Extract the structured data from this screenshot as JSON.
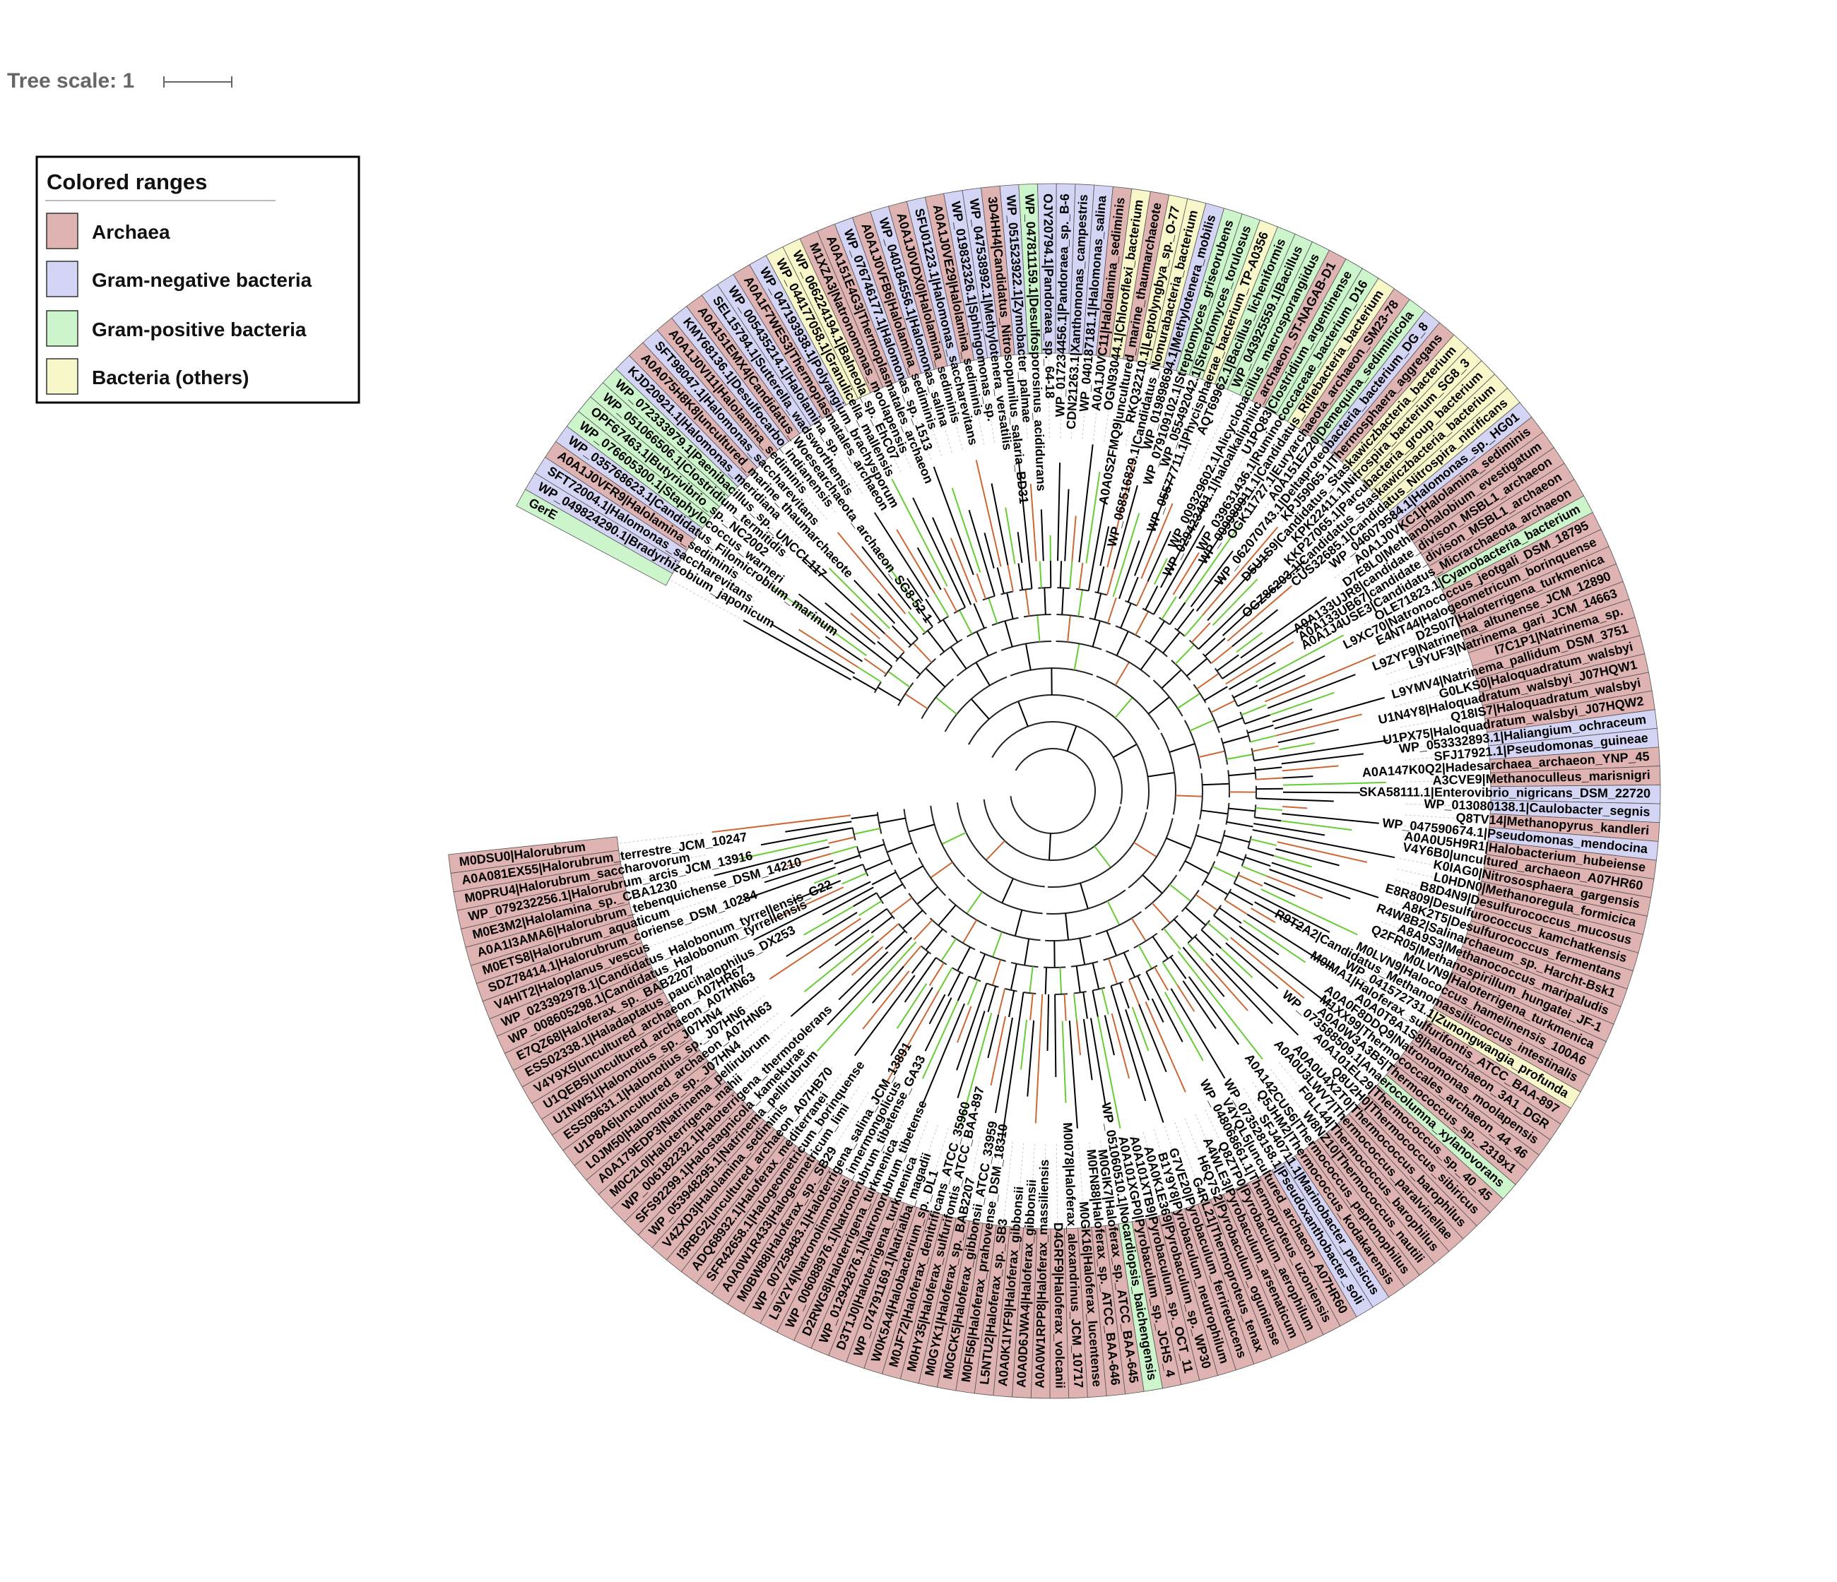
{
  "scale": {
    "label": "Tree scale: 1"
  },
  "legend": {
    "title": "Colored ranges",
    "items": [
      {
        "key": "A",
        "label": "Archaea",
        "color": "#e0b3b3"
      },
      {
        "key": "N",
        "label": "Gram-negative bacteria",
        "color": "#d4d4f5"
      },
      {
        "key": "P",
        "label": "Gram-positive bacteria",
        "color": "#ccf5cc"
      },
      {
        "key": "O",
        "label": "Bacteria (others)",
        "color": "#f7f7c9"
      }
    ]
  },
  "colors": {
    "Archaea": "#e0b3b3",
    "Gram-negative bacteria": "#d4d4f5",
    "Gram-positive bacteria": "#ccf5cc",
    "Bacteria (others)": "#f7f7c9"
  },
  "leaves": [
    [
      "GerE",
      "P"
    ],
    [
      "WP_049824290.1|Bradyrhizobium_japonicum",
      "N"
    ],
    [
      "SFT72004.1|Halomonas_saccharevitans",
      "N"
    ],
    [
      "A0A1J0VFR9|Halolamina_sediminis",
      "A"
    ],
    [
      "WP_035768623.1|Candidatus_Filomicrobium_marinum",
      "N"
    ],
    [
      "WP_076605300.1|Staphylococcus_warneri",
      "P"
    ],
    [
      "OPF67463.1|Butyrivibrio_sp._NC2002",
      "P"
    ],
    [
      "WP_051066506.1|Clostridium_termitidis",
      "P"
    ],
    [
      "WP_072333979.1|Paenibacillus_sp._UNCCL117",
      "P"
    ],
    [
      "KJD20921.1|Halomonas_meridiana",
      "N"
    ],
    [
      "A0A075H8K8|uncultured_marine_thaumarchaeote",
      "A"
    ],
    [
      "SFT98047.1|Halomonas_saccharevitans",
      "N"
    ],
    [
      "A0A1J0VI11|Halolamina_sediminis",
      "A"
    ],
    [
      "KMY68136.1|Desulfocarbo_indianensis",
      "N"
    ],
    [
      "A0A151EMX4|Candidatus_Woesearchaeota_archaeon_SG8-52-1",
      "A"
    ],
    [
      "SEL15794.1|Sutterella_wadsworthensis",
      "N"
    ],
    [
      "WP_005435214.1|Halolamina_sp.",
      "N"
    ],
    [
      "A0A1F7WES3|Thermoplasmatales_archaeon",
      "A"
    ],
    [
      "WP_047193938.1|Polyangium_brachysporum",
      "N"
    ],
    [
      "WP_044177058.1|Granulicella_mallensis",
      "O"
    ],
    [
      "WP_066224194.1|Balneola_sp._EhC07",
      "O"
    ],
    [
      "M1XZA3|Natronomonas_moolapensis",
      "A"
    ],
    [
      "A0A151E4G3|Thermoplasmatales_archaeon",
      "A"
    ],
    [
      "WP_076746177.1|Halomonas_sp._1513",
      "N"
    ],
    [
      "A0A1J0VFB6|Halolamina_sediminis",
      "A"
    ],
    [
      "WP_040184556.1|Halomonas_salina",
      "N"
    ],
    [
      "A0A1J0VDX0|Halolamina_sediminis",
      "A"
    ],
    [
      "SFU01223.1|Halomonas_saccharevitans",
      "N"
    ],
    [
      "A0A1J0VE29|Halolamina_sediminis",
      "A"
    ],
    [
      "WP_019832326.1|Sphingomonas_sp.",
      "N"
    ],
    [
      "WP_047538992.1|Methylotenera_versatilis",
      "N"
    ],
    [
      "3D4HH4|Candidatus_Nitrosopumilus_salaria_BD31",
      "A"
    ],
    [
      "WP_051523922.1|Zymobacter_palmae",
      "N"
    ],
    [
      "WP_047811159.1|Desulfosporosinus_acididurans",
      "P"
    ],
    [
      "OJY20794.1|Pandoraea_sp._64-18",
      "N"
    ],
    [
      "WP_017234456.1|Pandoraea_sp._B-6",
      "N"
    ],
    [
      "CDN21263.1|Xanthomonas_campestris",
      "N"
    ],
    [
      "WP_040187181.1|Halomonas_salina",
      "N"
    ],
    [
      "A0A1J0VC11|Halolamina_sediminis",
      "A"
    ],
    [
      "OGN93044.1|Chloroflexi_bacterium",
      "O"
    ],
    [
      "A0A0S2FMQ9|uncultured_marine_thaumarchaeote",
      "A"
    ],
    [
      "RKQ32210.1|Leptolyngbya_sp._O-77",
      "O"
    ],
    [
      "WP_068516829.1|Candidatus_Nomurabacteria_bacterium",
      "O"
    ],
    [
      "WP_019898694.1|Methylotenera_mobilis",
      "N"
    ],
    [
      "WP_079109102.1|Streptomyces_griseorubens",
      "P"
    ],
    [
      "WP_055492042.1|Streptomyces_torulosus",
      "P"
    ],
    [
      "WP_05577711.1|Phycisphaerae_bacterium_TP-A0356",
      "O"
    ],
    [
      "AQT69962.1|Bacillus_licheniformis",
      "P"
    ],
    [
      "WP_043925559.1|Bacillus",
      "P"
    ],
    [
      "WP_009329602.1|Alicyclobacillus_macrosporangiidus",
      "P"
    ],
    [
      "WP_029423401.1|haloalkaliphilic_archaeon_ST-NAGAB-D1",
      "A"
    ],
    [
      "U1PQ83|Clostridium_argentinense",
      "P"
    ],
    [
      "WP_039631436.1|Ruminococcaceae_bacterium_D16",
      "P"
    ],
    [
      "WP_009980911.1|Candidatus_Riflebacteria_bacterium",
      "O"
    ],
    [
      "OGK11727.1|Euryarchaeota_archaeon_SM23-78",
      "A"
    ],
    [
      "A0A151EZ20|Demequina_sediminicola",
      "P"
    ],
    [
      "WP_062070743.1|Deltaproteobacteria_bacterium_DG_8",
      "N"
    ],
    [
      "KPJ59065.1|Thermosphaera_aggregans",
      "A"
    ],
    [
      "D5U1S9|Candidatus_Staskawiczbacteria_bacterium",
      "O"
    ],
    [
      "KPK22411.1|Nitrospira_bacterium_SG8_3",
      "O"
    ],
    [
      "KKP27065.1|Parcubacteria_group_bacterium",
      "O"
    ],
    [
      "OGZ86203.1|Candidatus_Staskawiczbacteria_bacterium",
      "O"
    ],
    [
      "CUS32685.1|Candidatus_Nitrospira_nitrificans",
      "O"
    ],
    [
      "WP_046079584.1|Halomonas_sp._HG01",
      "N"
    ],
    [
      "A0A1J0VKC1|Halolamina_sediminis",
      "A"
    ],
    [
      "D7E8L0|Methanohalobium_evestigatum",
      "A"
    ],
    [
      "A0A133UJR8|candidate_divison_MSBL1_archaeon",
      "A"
    ],
    [
      "A0A133UB67|candidate_divison_MSBL1_archaeon",
      "A"
    ],
    [
      "A0A1J4USE3|Candidatus_Micrarchaeota_archaeon",
      "A"
    ],
    [
      "OLE71823.1|Cyanobacteria_bacterium",
      "P"
    ],
    [
      "L9XC70|Natronococcus_jeotgali_DSM_18795",
      "A"
    ],
    [
      "E4NT44|Halogeometricum_borinquense",
      "A"
    ],
    [
      "D2S0I7|Haloterrigena_turkmenica",
      "A"
    ],
    [
      "L9ZYF9|Natrinema_altunense_JCM_12890",
      "A"
    ],
    [
      "L9YUF3|Natrinema_gari_JCM_14663",
      "A"
    ],
    [
      "I7C1P1|Natrinema_sp.",
      "A"
    ],
    [
      "L9YMV4|Natrinema_pallidum_DSM_3751",
      "A"
    ],
    [
      "G0LKS0|Haloquadratum_walsbyi",
      "A"
    ],
    [
      "U1N4Y8|Haloquadratum_walsbyi_J07HQW1",
      "A"
    ],
    [
      "Q18IS7|Haloquadratum_walsbyi",
      "A"
    ],
    [
      "U1PX75|Haloquadratum_walsbyi_J07HQW2",
      "A"
    ],
    [
      "WP_053332893.1|Haliangium_ochraceum",
      "N"
    ],
    [
      "SFJ17921.1|Pseudomonas_guineae",
      "N"
    ],
    [
      "A0A147K0Q2|Hadesarchaea_archaeon_YNP_45",
      "A"
    ],
    [
      "A3CVE9|Methanoculleus_marisnigri",
      "A"
    ],
    [
      "SKA58111.1|Enterovibrio_nigricans_DSM_22720",
      "N"
    ],
    [
      "WP_013080138.1|Caulobacter_segnis",
      "N"
    ],
    [
      "Q8TV14|Methanopyrus_kandleri",
      "A"
    ],
    [
      "WP_047590674.1|Pseudomonas_mendocina",
      "N"
    ],
    [
      "A0A0U5H9R1|Halobacterium_hubeiense",
      "A"
    ],
    [
      "V4Y6B0|uncultured_archaeon_A07HR60",
      "A"
    ],
    [
      "K0IAG0|Nitrososphaera_gargensis",
      "A"
    ],
    [
      "L0HDN0|Methanoregula_formicica",
      "A"
    ],
    [
      "B8D4N9|Desulfurococcus_mucosus",
      "A"
    ],
    [
      "E8R809|Desulfurococcus_kamchatkensis",
      "A"
    ],
    [
      "A8K2T5|Desulfurococcus_fermentans",
      "A"
    ],
    [
      "R4W8B2|Salinarchaeum_sp._Harcht-Bsk1",
      "A"
    ],
    [
      "A8A9S3|Methanococcus_maripaludis",
      "A"
    ],
    [
      "Q2FR05|Methanospirillum_hungatei_JF-1",
      "A"
    ],
    [
      "M0LVN9|Haloterrigena_turkmenica",
      "A"
    ],
    [
      "M0LVN9|Halococcus_hamelinensis_100A6",
      "A"
    ],
    [
      "R9T2A2|Candidatus_Methanomassiliicoccus_intestinalis",
      "A"
    ],
    [
      "WP_041572731.1|Zunongwangia_profunda",
      "O"
    ],
    [
      "M0IMA1|Haloferax_sulfurifontis_ATCC_BAA-897",
      "A"
    ],
    [
      "A0A0T8A1S8|haloarchaeon_3A1_DGR",
      "A"
    ],
    [
      "A0A0F8DDQ9|Natronomonas_moolapensis",
      "A"
    ],
    [
      "M1XX99|Thermococcales_archaeon_44_46",
      "A"
    ],
    [
      "A0A0W3A3B5|Thermococcus_sp._2319x1",
      "A"
    ],
    [
      "WP_073588509.1|Anaerocolumna_xylanovorans",
      "P"
    ],
    [
      "A0A101EL29|Thermococcus_sp._40_45",
      "A"
    ],
    [
      "Q8U2H0|Thermococcus_sibiricus",
      "A"
    ],
    [
      "A0A0U4X2T0|Thermococcus_barophilus",
      "A"
    ],
    [
      "A0A0U3LWV7|Thermococcus_paralvinellae",
      "A"
    ],
    [
      "F0LL44|Thermococcus_barophilus",
      "A"
    ],
    [
      "W8NZ10|Thermococcus_nautili",
      "A"
    ],
    [
      "A0A142CUS6|Thermococcus_peptonophilus",
      "A"
    ],
    [
      "Q5JHM2|Thermococcus_kodakarensis",
      "A"
    ],
    [
      "SFJ40711.1|Marinobacter_persicus",
      "N"
    ],
    [
      "WP_073528158.1|Pseudoxanthobacter_soli",
      "N"
    ],
    [
      "V4YQL5|uncultured_archaeon_A07HR60",
      "A"
    ],
    [
      "WP_048068661.1|Thermoproteus_uzoniensis",
      "A"
    ],
    [
      "Q8ZTP0|Pyrobaculum_aerophilum",
      "A"
    ],
    [
      "A4WLE3|Pyrobaculum_arsenaticum",
      "A"
    ],
    [
      "H6Q7S2|Pyrobaculum_oguniense",
      "A"
    ],
    [
      "G4RL21|Thermoproteus_tenax",
      "A"
    ],
    [
      "G7VE20|Pyrobaculum_ferrireducens",
      "A"
    ],
    [
      "B1Y9Y8|Pyrobaculum_neutrophilum",
      "A"
    ],
    [
      "A0A0K1E369|Pyrobaculum_sp._WP30",
      "A"
    ],
    [
      "A0A101XTB9|Pyrobaculum_sp._OCT_11",
      "A"
    ],
    [
      "A0A101XGP0|Pyrobaculum_sp._JCHS_4",
      "A"
    ],
    [
      "WP_051060510.1|Nocardiopsis_baichengensis",
      "P"
    ],
    [
      "M0GIK7|Haloferax_sp._ATCC_BAA-645",
      "A"
    ],
    [
      "M0FN88|Haloferax_sp._ATCC_BAA-646",
      "A"
    ],
    [
      "M0GK16|Haloferax_lucentense",
      "A"
    ],
    [
      "M0I078|Haloferax_alexandrinus_JCM_10717",
      "A"
    ],
    [
      "D4GRF9|Haloferax_volcanii",
      "A"
    ],
    [
      "A0A0W1RPP8|Haloferax_massiliensis",
      "A"
    ],
    [
      "A0A0D6JWA4|Haloferax_gibbonsii",
      "A"
    ],
    [
      "A0A0K1IYF9|Haloferax_gibbonsii",
      "A"
    ],
    [
      "L5NTU2|Haloferax_sp._SB3",
      "A"
    ],
    [
      "M0FI56|Haloferax_prahovense_DSM_18310",
      "A"
    ],
    [
      "M0GCK5|Haloferax_gibbonsii_ATCC_33959",
      "A"
    ],
    [
      "M0GYK1|Haloferax_sp._BAB2207",
      "A"
    ],
    [
      "M0HY35|Haloferax_sulfurifontis_ATCC_BAA-897",
      "A"
    ],
    [
      "M0JF72|Haloferax_denitrificans_ATCC_35960",
      "A"
    ],
    [
      "W0K5A4|Halobacterium_sp._DL1",
      "A"
    ],
    [
      "WP_074791169.1|Natrialba_magadii",
      "A"
    ],
    [
      "D3T1J0|Haloterrigena_turkmenica",
      "A"
    ],
    [
      "WP_012942876.1|Natronorubrum_tibetense",
      "A"
    ],
    [
      "D2RWG8|Haloterrigena_turkmenica",
      "A"
    ],
    [
      "WP_006088976.1|Natronorubrum_tibetense_GA33",
      "A"
    ],
    [
      "L9V2Y4|Natronolimnobius_innermongolicus",
      "A"
    ],
    [
      "WP_007258483.1|Haloterrigena_salina_JCM_13891",
      "A"
    ],
    [
      "M0BW88|Haloferax_sp._SB29",
      "A"
    ],
    [
      "A0A0W1R433|Halogeometricum_limi",
      "A"
    ],
    [
      "SFR42658.1|Halogeometricum_borinquense",
      "A"
    ],
    [
      "ADQ68932.1|Haloferax_mediterranei",
      "A"
    ],
    [
      "I3RBG2|uncultured_archaeon_A07HB70",
      "A"
    ],
    [
      "V4ZXD3|Halolamina_sediminis",
      "A"
    ],
    [
      "WP_053948295.1|Natrinema_pellirubrum",
      "A"
    ],
    [
      "SFS92299.1|Halostagnicola_kamekurae",
      "A"
    ],
    [
      "WP_006182232.1|Haloterrigena_thermotolerans",
      "A"
    ],
    [
      "M0C2L0|Haloterrigena_mahii",
      "A"
    ],
    [
      "A0A179EDP3|Natrinema_pellirubrum",
      "A"
    ],
    [
      "L0JM50|Halonotius_sp._J07HN4",
      "A"
    ],
    [
      "U1P8A6|uncultured_archaeon_A07HN63",
      "A"
    ],
    [
      "ESS09631.1|Halonotius_sp._J07HN6",
      "A"
    ],
    [
      "U1NW51|Halonotius_sp._J07HN4",
      "A"
    ],
    [
      "U1QEB5|uncultured_archaeon_A07HN63",
      "A"
    ],
    [
      "V4Y9X5|uncultured_archaeon_A07HR67",
      "A"
    ],
    [
      "ESS02338.1|Haladaptatus_paucihalophilus_DX253",
      "A"
    ],
    [
      "E7QZ68|Haloferax_sp._BAB2207",
      "A"
    ],
    [
      "WP_008605298.1|Candidatus_Halobonum_tyrrellensis",
      "A"
    ],
    [
      "WP_023392978.1|Candidatus_Halobonum_tyrrellensis_G22",
      "A"
    ],
    [
      "V4HIT2|Haloplanus_vescus",
      "A"
    ],
    [
      "SDZ78414.1|Halorubrum_coriense_DSM_10284",
      "A"
    ],
    [
      "M0ETS8|Halorubrum_aquaticum",
      "A"
    ],
    [
      "A0A1I3AMA6|Halorubrum_tebenquichense_DSM_14210",
      "A"
    ],
    [
      "M0E3M2|Halolamina_sp._CBA1230",
      "A"
    ],
    [
      "WP_079232256.1|Halorubrum_arcis_JCM_13916",
      "A"
    ],
    [
      "M0PRU4|Halorubrum_saccharovorum",
      "A"
    ],
    [
      "A0A081EX55|Halorubrum_terrestre_JCM_10247",
      "A"
    ],
    [
      "M0DSU0|Halorubrum",
      "A"
    ]
  ]
}
